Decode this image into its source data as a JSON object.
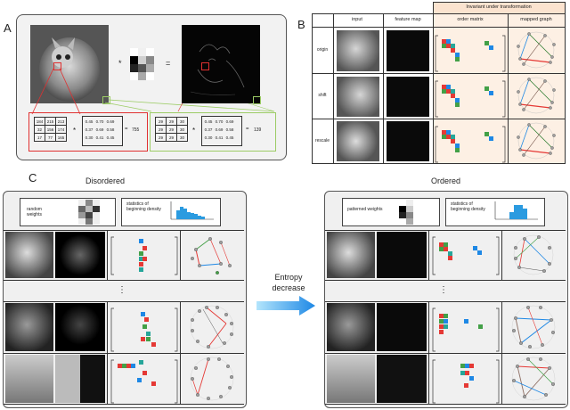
{
  "panelA": {
    "letter": "A",
    "conv_symbol": "*",
    "equals": "=",
    "red_matrix": [
      [
        "184",
        "215",
        "213"
      ],
      [
        "32",
        "156",
        "174"
      ],
      [
        "17",
        "77",
        "165"
      ]
    ],
    "red_kernel": [
      [
        "0.45",
        "0.70",
        "0.69"
      ],
      [
        "0.37",
        "0.69",
        "0.58"
      ],
      [
        "0.30",
        "0.41",
        "0.45"
      ]
    ],
    "red_result": "755",
    "green_matrix": [
      [
        "29",
        "29",
        "30"
      ],
      [
        "29",
        "29",
        "30"
      ],
      [
        "29",
        "29",
        "30"
      ]
    ],
    "green_kernel": [
      [
        "0.45",
        "0.70",
        "0.69"
      ],
      [
        "0.37",
        "0.69",
        "0.58"
      ],
      [
        "0.30",
        "0.41",
        "0.45"
      ]
    ],
    "green_result": "139"
  },
  "panelB": {
    "letter": "B",
    "invariant_header": "Invariant under transformation",
    "columns": [
      "input",
      "feature map",
      "order matrix",
      "mapped graph"
    ],
    "rows": [
      "origin",
      "shift",
      "rescale"
    ]
  },
  "panelC": {
    "letter": "C",
    "disordered_title": "Disordered",
    "ordered_title": "Ordered",
    "random_weights": "random weights",
    "patterned_weights": "patterned weights",
    "statistics_label": "statistics of beginning density",
    "ellipsis": "⋮",
    "arrow_label": "Entropy decrease"
  },
  "colors": {
    "orange_header": "#fbe3cf",
    "red_highlight": "#e03030",
    "green_highlight": "#9ccc65",
    "histogram_blue": "#2b9be0",
    "cell_red": "#e53935",
    "cell_green": "#43a047",
    "cell_blue": "#1e88e5",
    "cell_teal": "#26a69a"
  }
}
